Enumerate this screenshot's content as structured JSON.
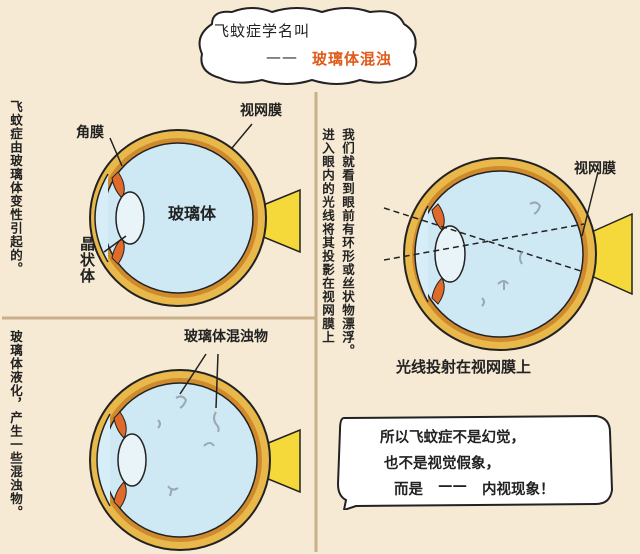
{
  "title": {
    "line1": "飞蚊症学名叫",
    "dash": "——",
    "line2": "玻璃体混浊"
  },
  "panel_tl": {
    "side_text": "飞蚊症由玻璃体变性引起的。",
    "cornea_label": "角膜",
    "retina_label": "视网膜",
    "vitreous_label": "玻璃体",
    "lens_label": "晶状体"
  },
  "panel_bl": {
    "side_text": "玻璃体液化，产生一些混浊物。",
    "opacity_label": "玻璃体混浊物"
  },
  "panel_middle": {
    "col1": "进入眼内的光线将其投影在视网膜上",
    "col2": "我们就看到眼前有环形或丝状物漂浮。"
  },
  "panel_right": {
    "retina_label": "视网膜",
    "caption": "光线投射在视网膜上"
  },
  "conclusion": {
    "line1": "所以飞蚊症不是幻觉，",
    "line2": "也不是视觉假象，",
    "line3_prefix": "而是",
    "dash": "——",
    "line3_highlight": "内视现象！"
  },
  "colors": {
    "background": "#f7ead4",
    "eye_fill": "#cfe9f4",
    "eye_wall": "#e8b84a",
    "iris": "#e06a2a",
    "optic_nerve": "#f5d83a",
    "highlight": "#e05a1a"
  }
}
